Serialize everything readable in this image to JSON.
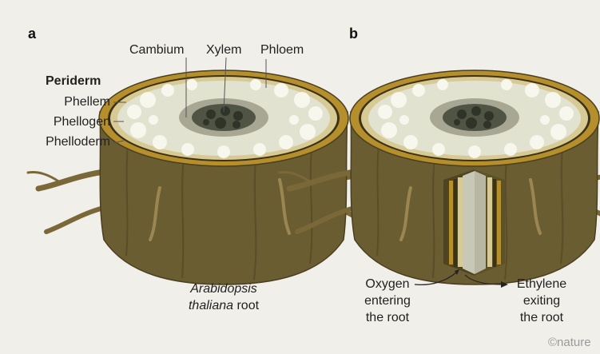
{
  "panels": {
    "a": "a",
    "b": "b"
  },
  "labels": {
    "cambium": "Cambium",
    "xylem": "Xylem",
    "phloem": "Phloem",
    "periderm": "Periderm",
    "phellem": "Phellem",
    "phellogen": "Phellogen",
    "phelloderm": "Phelloderm",
    "species_italic": "Arabidopsis",
    "species_line2_italic": "thaliana",
    "species_line2_rest": " root",
    "oxygen_line1": "Oxygen",
    "oxygen_line2": "entering",
    "oxygen_line3": "the root",
    "ethylene_line1": "Ethylene",
    "ethylene_line2": "exiting",
    "ethylene_line3": "the root"
  },
  "logo": "©nature",
  "colors": {
    "background": "#f1efe9",
    "bark": "#6b5d32",
    "bark_dark": "#4a3f1f",
    "phellem": "#b58f2c",
    "phellogen": "#3e3216",
    "phelloderm": "#d8ca94",
    "cortex": "#e2e2d0",
    "cambium": "#a7a793",
    "xylem": "#4f5444"
  }
}
